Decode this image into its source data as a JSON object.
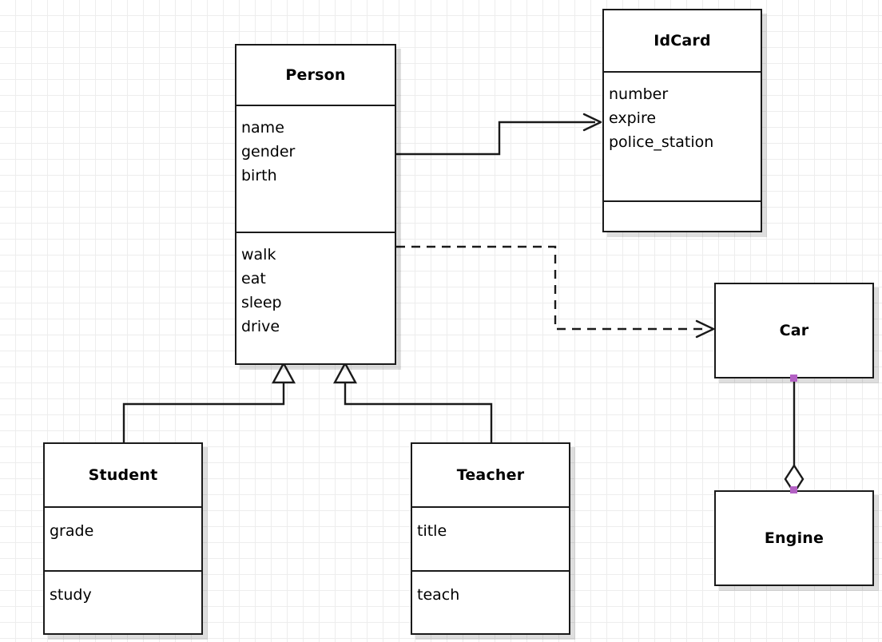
{
  "diagram": {
    "kind": "uml-class-diagram",
    "background": "#ffffff",
    "grid_color": "#ededed",
    "line_color": "#1a1a1a",
    "selection_handle_color": "#b361c4"
  },
  "classes": {
    "person": {
      "name": "Person",
      "attributes": [
        "name",
        "gender",
        "birth"
      ],
      "operations": [
        "walk",
        "eat",
        "sleep",
        "drive"
      ]
    },
    "idcard": {
      "name": "IdCard",
      "attributes": [
        "number",
        "expire",
        "police_station"
      ],
      "operations": []
    },
    "student": {
      "name": "Student",
      "attributes": [
        "grade"
      ],
      "operations": [
        "study"
      ]
    },
    "teacher": {
      "name": "Teacher",
      "attributes": [
        "title"
      ],
      "operations": [
        "teach"
      ]
    },
    "car": {
      "name": "Car",
      "attributes": [],
      "operations": []
    },
    "engine": {
      "name": "Engine",
      "attributes": [],
      "operations": []
    }
  },
  "relationships": [
    {
      "id": "person-idcard",
      "type": "association",
      "style": "solid",
      "arrowhead": "open",
      "from": "Person",
      "to": "IdCard"
    },
    {
      "id": "person-car",
      "type": "dependency",
      "style": "dashed",
      "arrowhead": "open",
      "from": "Person",
      "to": "Car"
    },
    {
      "id": "student-person",
      "type": "generalization",
      "style": "solid",
      "arrowhead": "hollow-triangle",
      "from": "Student",
      "to": "Person"
    },
    {
      "id": "teacher-person",
      "type": "generalization",
      "style": "solid",
      "arrowhead": "hollow-triangle",
      "from": "Teacher",
      "to": "Person"
    },
    {
      "id": "car-engine",
      "type": "aggregation",
      "style": "solid",
      "arrowhead": "hollow-diamond",
      "from": "Car",
      "to": "Engine",
      "selected": true
    }
  ]
}
